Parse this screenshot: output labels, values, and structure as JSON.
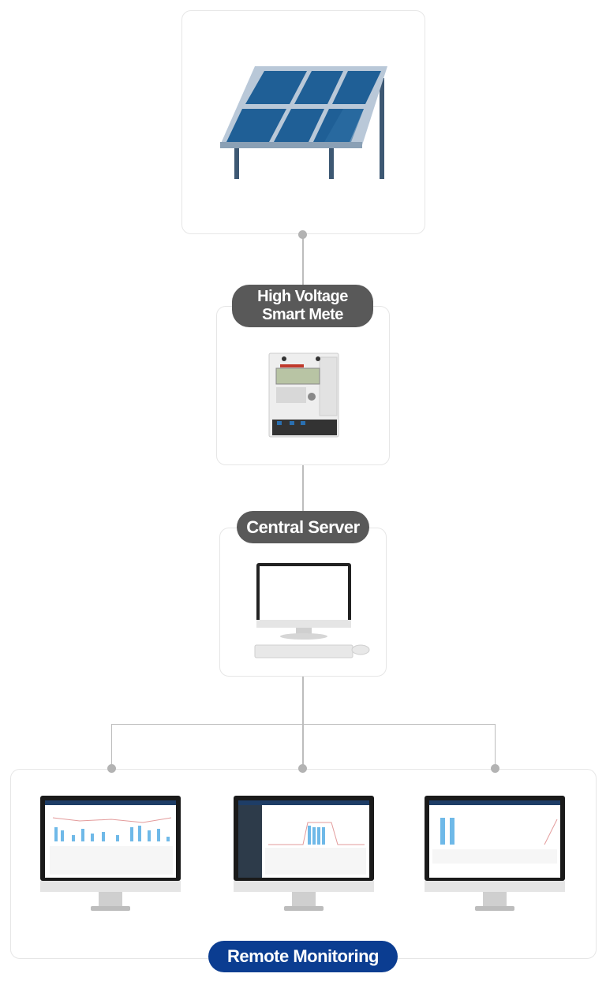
{
  "labels": {
    "meter": [
      "High Voltage",
      "Smart Mete"
    ],
    "server": "Central Server",
    "monitoring": "Remote Monitoring"
  },
  "colors": {
    "label_dark": "#595959",
    "label_blue": "#0b3d91",
    "panel_blue": "#1f5f96",
    "chart_blue": "#6fb9e8"
  },
  "icons": {
    "solar": "solar-panel-icon",
    "meter": "smart-meter-icon",
    "server": "desktop-computer-icon",
    "monitor": "monitor-icon"
  }
}
